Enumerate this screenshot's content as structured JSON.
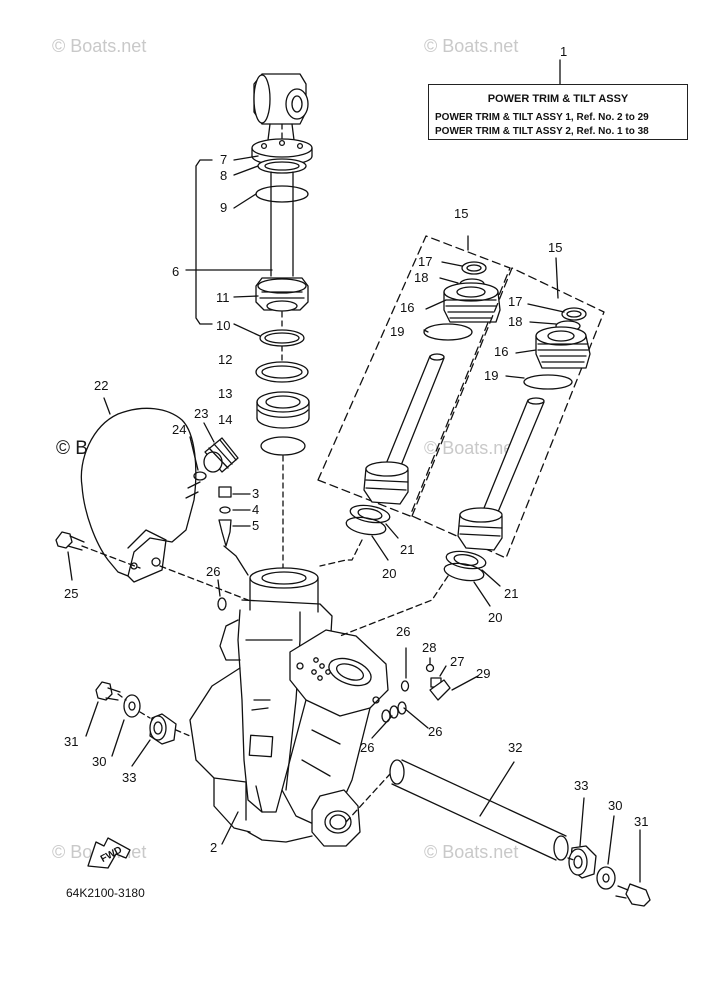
{
  "watermarks": {
    "top_left": "© Boats.net",
    "top_right": "© Boats.net",
    "mid_left": "© Boats.net",
    "mid_right": "© Boats.net",
    "bottom_left": "© Boats.net",
    "bottom_right": "© Boats.net"
  },
  "legend": {
    "ref": "1",
    "title": "POWER TRIM & TILT ASSY",
    "row1": "POWER TRIM & TILT ASSY 1,   Ref. No. 2 to 29",
    "row2": "POWER TRIM & TILT ASSY 2,   Ref. No. 1 to 38"
  },
  "fwd_label": "FWD",
  "part_code": "64K2100-3180",
  "callouts": {
    "c7": "7",
    "c8": "8",
    "c9": "9",
    "c6": "6",
    "c11": "11",
    "c10": "10",
    "c12": "12",
    "c13": "13",
    "c14": "14",
    "c22": "22",
    "c23": "23",
    "c24": "24",
    "c3": "3",
    "c4": "4",
    "c5": "5",
    "c25": "25",
    "c26a": "26",
    "c15a": "15",
    "c17a": "17",
    "c18a": "18",
    "c16a": "16",
    "c19a": "19",
    "c15b": "15",
    "c17b": "17",
    "c18b": "18",
    "c16b": "16",
    "c19b": "19",
    "c21a": "21",
    "c20a": "20",
    "c21b": "21",
    "c20b": "20",
    "c26b": "26",
    "c28": "28",
    "c27": "27",
    "c29": "29",
    "c26c": "26",
    "c26d": "26",
    "c31a": "31",
    "c30a": "30",
    "c33a": "33",
    "c32": "32",
    "c33b": "33",
    "c30b": "30",
    "c31b": "31",
    "c2": "2"
  }
}
